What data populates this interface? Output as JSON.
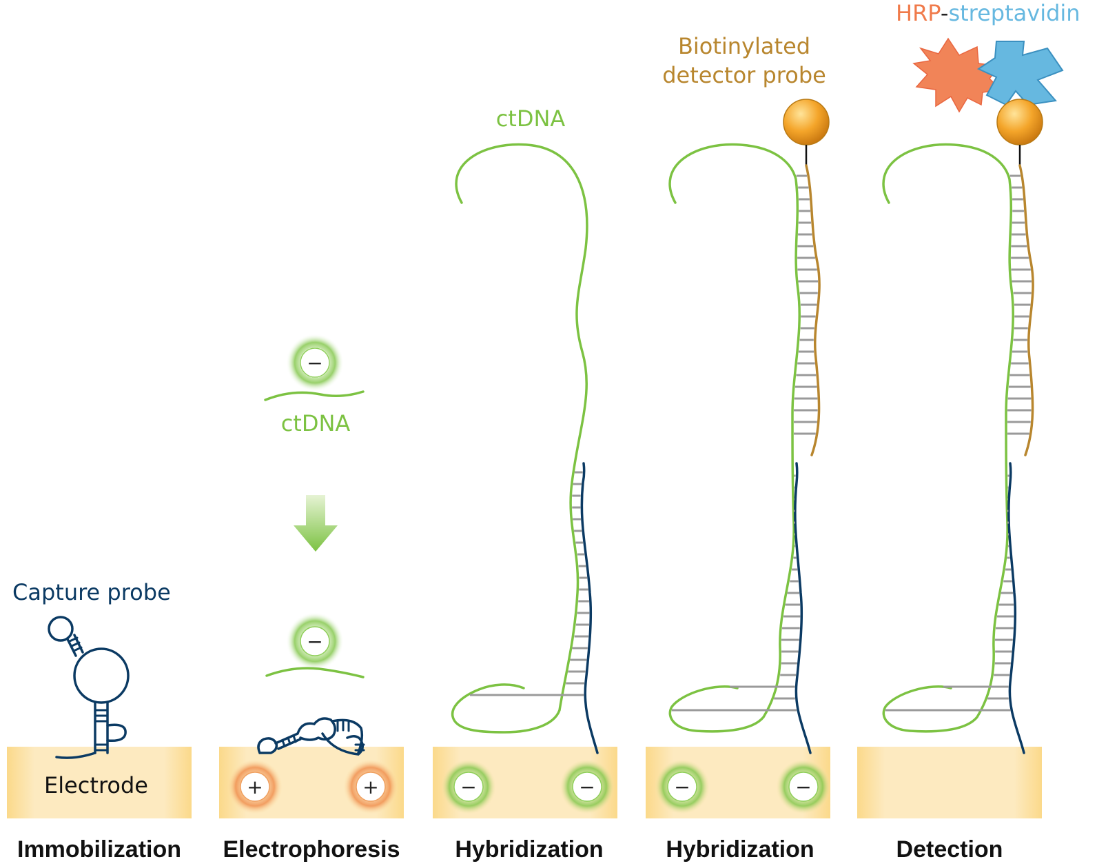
{
  "labels": {
    "capture_probe": "Capture probe",
    "electrode": "Electrode",
    "ctdna_step2": "ctDNA",
    "ctdna_step3": "ctDNA",
    "detector_line1": "Biotinylated",
    "detector_line2": "detector probe",
    "hrp": "HRP",
    "dash": "-",
    "streptavidin": "streptavidin"
  },
  "signs": {
    "plus": "+",
    "minus": "−"
  },
  "stages": [
    "Immobilization",
    "Electrophoresis",
    "Hybridization",
    "Hybridization",
    "Detection"
  ],
  "colors": {
    "ctdna": "#7cc242",
    "capture": "#0b3a63",
    "detector": "#b8862e",
    "rung": "#9a9a9a",
    "electrode_fill": "#fde7b0",
    "electrode_edge": "#f3cf7c",
    "positive_glow": "#f0a060",
    "negative_glow": "#8fcf5a",
    "hrp": "#f07a4a",
    "streptavidin": "#66b8e0",
    "biotin": "#f0a030"
  }
}
